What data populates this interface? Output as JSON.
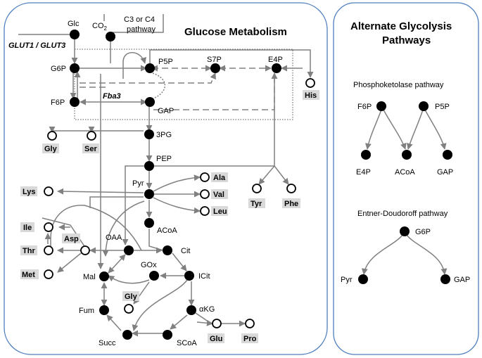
{
  "left_panel": {
    "title": "Glucose Metabolism",
    "transporter_label": "GLUT1 / GLUT3",
    "enzyme_label": "Fba3",
    "source_label_line1": "C3 or C4",
    "source_label_line2": "pathway",
    "co2_label": "CO",
    "co2_subscript": "2"
  },
  "nodes": [
    {
      "id": "glc",
      "label": "Glc",
      "state": "filled"
    },
    {
      "id": "co2",
      "label": "",
      "state": "filled"
    },
    {
      "id": "g6p",
      "label": "G6P",
      "state": "filled"
    },
    {
      "id": "p5p",
      "label": "P5P",
      "state": "filled"
    },
    {
      "id": "s7p",
      "label": "S7P",
      "state": "filled"
    },
    {
      "id": "e4p",
      "label": "E4P",
      "state": "filled"
    },
    {
      "id": "his",
      "label": "His",
      "state": "open"
    },
    {
      "id": "f6p",
      "label": "F6P",
      "state": "filled"
    },
    {
      "id": "gap",
      "label": "GAP",
      "state": "filled"
    },
    {
      "id": "gly1",
      "label": "Gly",
      "state": "open"
    },
    {
      "id": "ser",
      "label": "Ser",
      "state": "open"
    },
    {
      "id": "3pg",
      "label": "3PG",
      "state": "filled"
    },
    {
      "id": "pep",
      "label": "PEP",
      "state": "filled"
    },
    {
      "id": "pyr",
      "label": "Pyr",
      "state": "filled"
    },
    {
      "id": "ala",
      "label": "Ala",
      "state": "open"
    },
    {
      "id": "val",
      "label": "Val",
      "state": "open"
    },
    {
      "id": "leu",
      "label": "Leu",
      "state": "open"
    },
    {
      "id": "tyr",
      "label": "Tyr",
      "state": "open"
    },
    {
      "id": "phe",
      "label": "Phe",
      "state": "open"
    },
    {
      "id": "lys",
      "label": "Lys",
      "state": "open"
    },
    {
      "id": "ile",
      "label": "Ile",
      "state": "open"
    },
    {
      "id": "thr",
      "label": "Thr",
      "state": "open"
    },
    {
      "id": "asp",
      "label": "Asp",
      "state": "open"
    },
    {
      "id": "met",
      "label": "Met",
      "state": "open"
    },
    {
      "id": "acoa",
      "label": "ACoA",
      "state": "filled"
    },
    {
      "id": "oaa",
      "label": "OAA",
      "state": "filled"
    },
    {
      "id": "cit",
      "label": "Cit",
      "state": "filled"
    },
    {
      "id": "mal",
      "label": "Mal",
      "state": "filled"
    },
    {
      "id": "icit",
      "label": "ICit",
      "state": "filled"
    },
    {
      "id": "gox",
      "label": "GOx",
      "state": "filled"
    },
    {
      "id": "gly2",
      "label": "Gly",
      "state": "open"
    },
    {
      "id": "fum",
      "label": "Fum",
      "state": "filled"
    },
    {
      "id": "akg",
      "label": "αKG",
      "state": "filled"
    },
    {
      "id": "succ",
      "label": "Succ",
      "state": "filled"
    },
    {
      "id": "scoa",
      "label": "SCoA",
      "state": "filled"
    },
    {
      "id": "glu",
      "label": "Glu",
      "state": "open"
    },
    {
      "id": "pro",
      "label": "Pro",
      "state": "open"
    }
  ],
  "right_panel": {
    "title_line1": "Alternate Glycolysis",
    "title_line2": "Pathways",
    "phosphoketolase": {
      "title": "Phosphoketolase pathway",
      "nodes": [
        "F6P",
        "P5P",
        "E4P",
        "ACoA",
        "GAP"
      ]
    },
    "entner_doudoroff": {
      "title": "Entner-Doudoroff pathway",
      "nodes": [
        "G6P",
        "Pyr",
        "GAP"
      ]
    }
  },
  "colors": {
    "panel_border": "#4f7fbf",
    "edge": "#808080",
    "highlight": "#d9d9d9",
    "node": "#000000"
  }
}
